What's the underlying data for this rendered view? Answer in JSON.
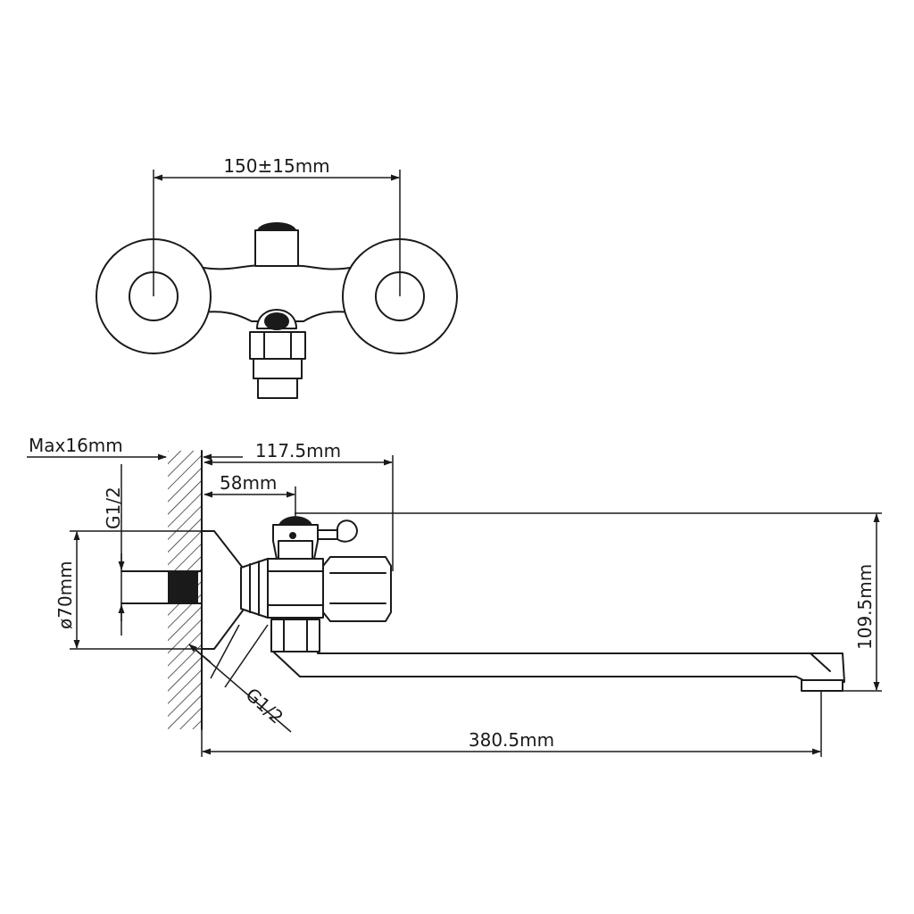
{
  "dimensions": {
    "handle_spacing": "150±15mm",
    "wall_thickness_max": "Max16mm",
    "inlet_thread_top": "G1/2",
    "flange_diameter": "ø70mm",
    "spout_reach_to_body": "117.5mm",
    "body_offset": "58mm",
    "total_height": "109.5mm",
    "outlet_thread": "G1/2",
    "spout_length": "380.5mm"
  },
  "colors": {
    "line": "#1a1a1a",
    "background": "#ffffff"
  }
}
